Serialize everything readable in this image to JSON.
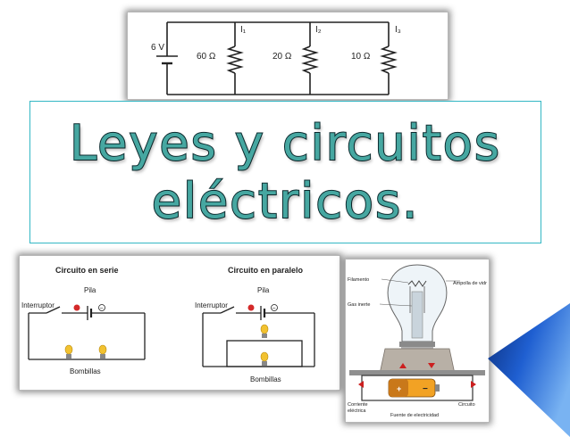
{
  "top_circuit": {
    "voltage_label": "6 V",
    "resistors": [
      {
        "value": "60 Ω",
        "current": "I₁"
      },
      {
        "value": "20 Ω",
        "current": "I₂"
      },
      {
        "value": "10 Ω",
        "current": "I₃"
      }
    ]
  },
  "title": {
    "line1": "Leyes y circuitos",
    "line2": "eléctricos."
  },
  "series_parallel": {
    "series_title": "Circuito en serie",
    "parallel_title": "Circuito en paralelo",
    "battery_label": "Pila",
    "switch_label": "Interruptor",
    "bulbs_label": "Bombillas",
    "plus": "+",
    "minus": "−"
  },
  "bulb_diagram": {
    "filament": "Filamento",
    "glass_bulb": "Ampolla de vidr",
    "inert_gas": "Gas inerte",
    "current": "Corriente",
    "electric": "eléctrica",
    "circuit": "Circuito",
    "source": "Fuente de electricidad"
  },
  "colors": {
    "title_fill": "#46a7a1",
    "title_border": "#33b7c4",
    "arrow_blue": "#1f5fd1",
    "bulb_yellow": "#f2c230"
  }
}
